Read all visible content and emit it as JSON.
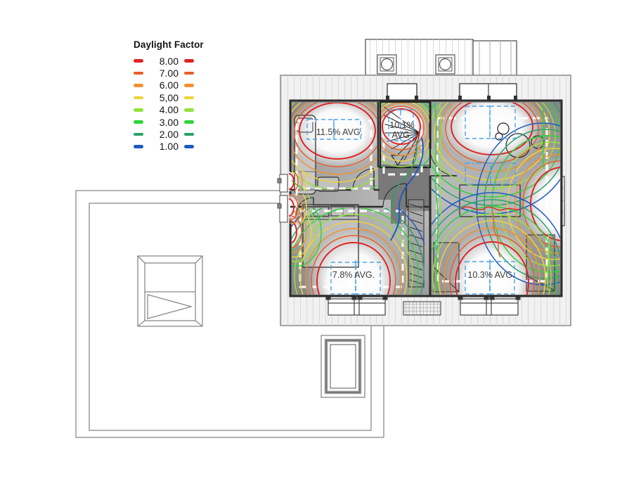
{
  "legend": {
    "title": "Daylight Factor",
    "entries": [
      {
        "label": "8.00",
        "color": "#e02423"
      },
      {
        "label": "7.00",
        "color": "#e85d25"
      },
      {
        "label": "6.00",
        "color": "#f0922f"
      },
      {
        "label": "5,00",
        "color": "#eed23b"
      },
      {
        "label": "4.00",
        "color": "#93e23c"
      },
      {
        "label": "3.00",
        "color": "#2ed33a"
      },
      {
        "label": "2.00",
        "color": "#29a369"
      },
      {
        "label": "1.00",
        "color": "#1d5ac2"
      }
    ]
  },
  "rooms": [
    {
      "id": "bedroom-top-left",
      "avg_label": "11.5% AVG."
    },
    {
      "id": "stairwell",
      "avg_label": "10.1% AVG."
    },
    {
      "id": "bedroom-bottom-left",
      "avg_label": "7.8% AVG."
    },
    {
      "id": "bedroom-right",
      "avg_label": "10.3% AVG."
    }
  ],
  "chart_data": {
    "type": "heatmap",
    "title": "Daylight Factor",
    "legend_levels": [
      8,
      7,
      6,
      5,
      4,
      3,
      2,
      1
    ],
    "legend_colors": [
      "#e02423",
      "#e85d25",
      "#f0922f",
      "#eed23b",
      "#93e23c",
      "#2ed33a",
      "#29a369",
      "#1d5ac2"
    ],
    "room_averages": [
      {
        "room": "bedroom-top-left",
        "value_pct": 11.5
      },
      {
        "room": "stairwell",
        "value_pct": 10.1
      },
      {
        "room": "bedroom-bottom-left",
        "value_pct": 7.8
      },
      {
        "room": "bedroom-right",
        "value_pct": 10.3
      }
    ]
  }
}
